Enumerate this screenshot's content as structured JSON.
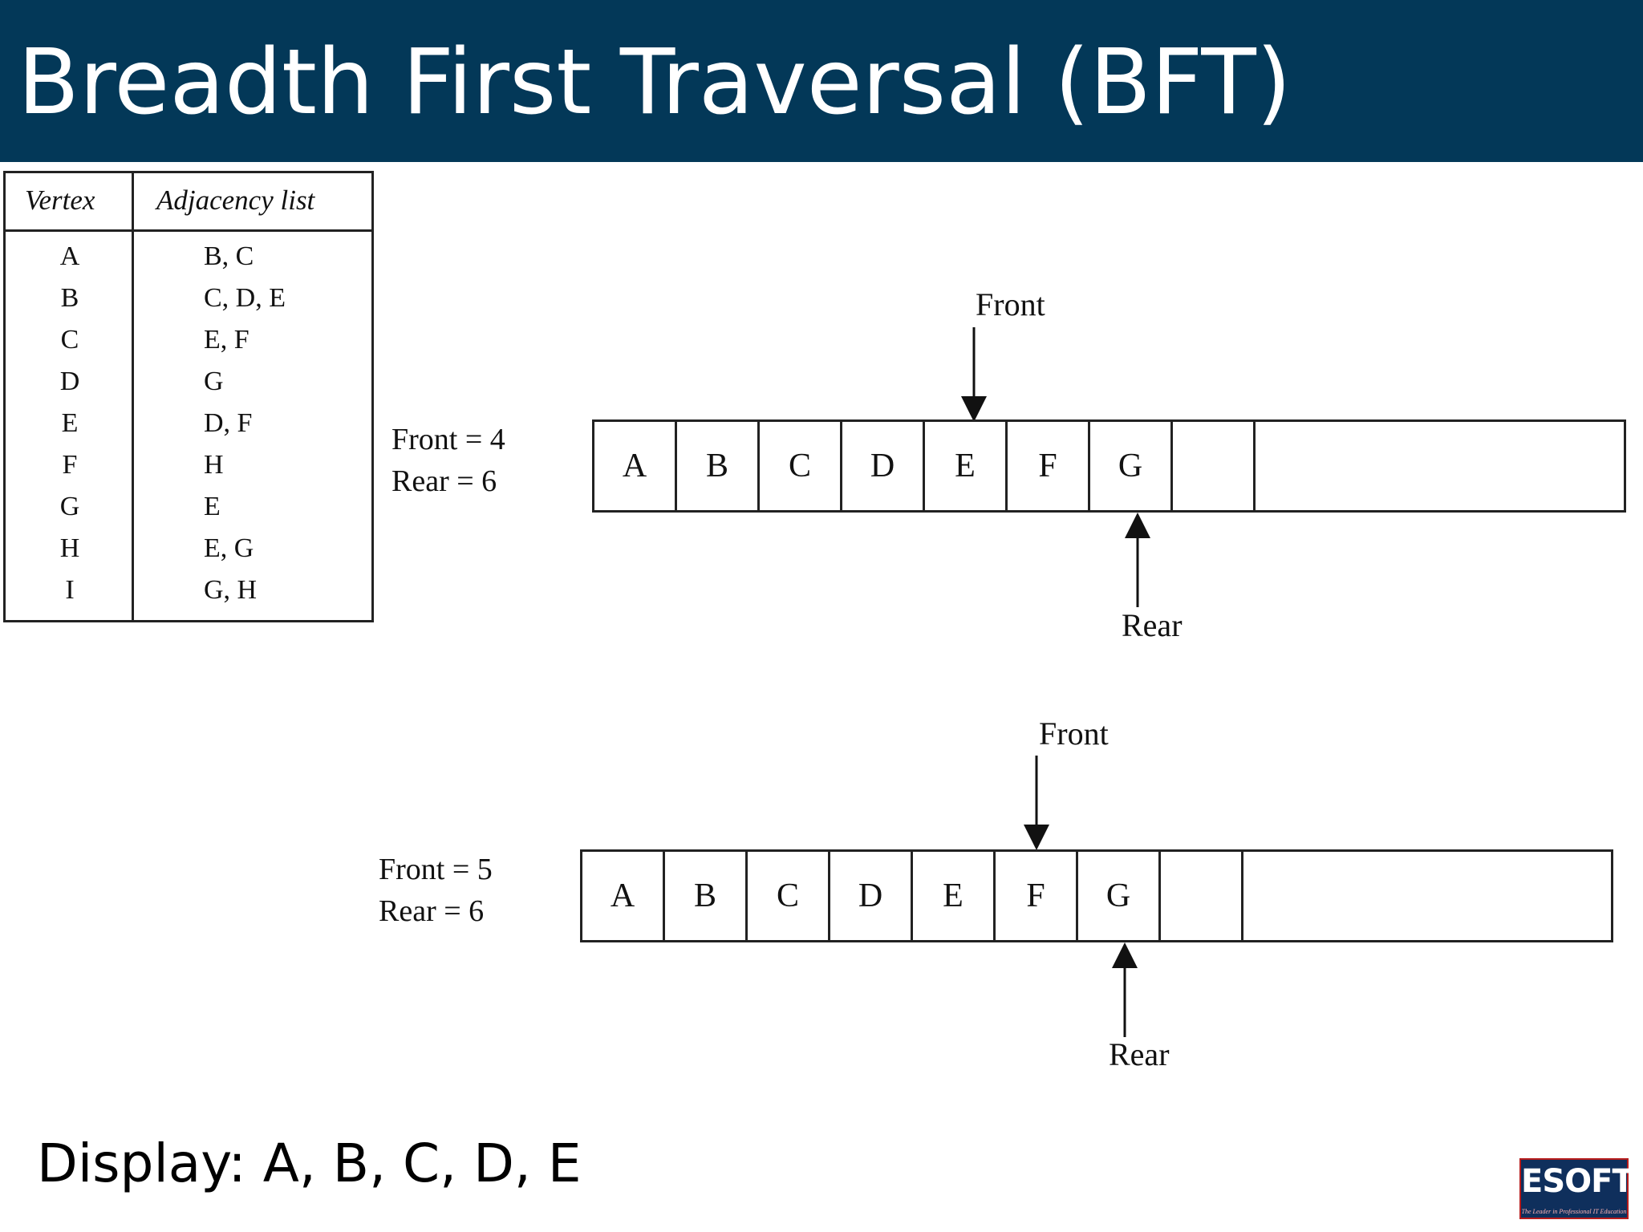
{
  "slide": {
    "title": "Breadth First Traversal (BFT)",
    "display": "Display: A, B, C, D, E"
  },
  "adjacency_table": {
    "headers": {
      "vertex": "Vertex",
      "adjacency": "Adjacency list"
    },
    "rows": [
      {
        "vertex": "A",
        "list": "B, C"
      },
      {
        "vertex": "B",
        "list": "C, D, E"
      },
      {
        "vertex": "C",
        "list": "E, F"
      },
      {
        "vertex": "D",
        "list": "G"
      },
      {
        "vertex": "E",
        "list": "D, F"
      },
      {
        "vertex": "F",
        "list": "H"
      },
      {
        "vertex": "G",
        "list": "E"
      },
      {
        "vertex": "H",
        "list": "E, G"
      },
      {
        "vertex": "I",
        "list": "G, H"
      }
    ]
  },
  "queue_states": [
    {
      "front_text": "Front = 4",
      "rear_text": "Rear = 6",
      "front_label": "Front",
      "rear_label": "Rear",
      "cells": [
        "A",
        "B",
        "C",
        "D",
        "E",
        "F",
        "G",
        ""
      ]
    },
    {
      "front_text": "Front = 5",
      "rear_text": "Rear = 6",
      "front_label": "Front",
      "rear_label": "Rear",
      "cells": [
        "A",
        "B",
        "C",
        "D",
        "E",
        "F",
        "G",
        ""
      ]
    }
  ],
  "logo": {
    "text": "ESOFT",
    "tagline": "The Leader in Professional IT Education"
  },
  "colors": {
    "title_bar": "#033858",
    "title_text": "#ffffff",
    "logo_bg": "#0f2f5c",
    "logo_border": "#b71c1c"
  }
}
